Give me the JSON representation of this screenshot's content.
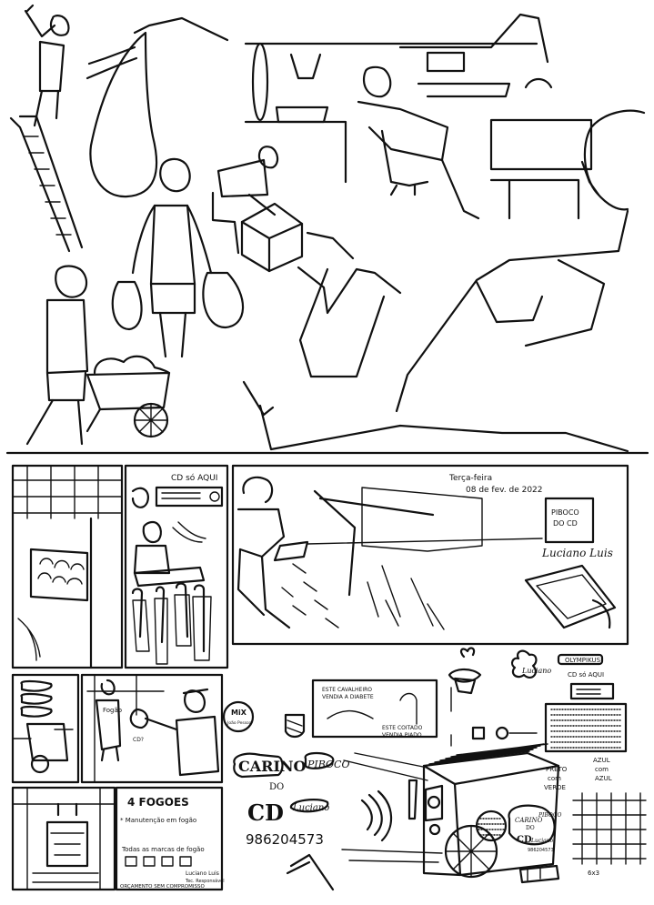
{
  "panels": {
    "cd_shop": {
      "sign": "CD só AQUI"
    },
    "sketch": {
      "date_line1": "Terça-feira",
      "date_line2": "08 de fev. de 2022",
      "box_label_1": "PIBOCO",
      "box_label_2": "DO CD",
      "signature": "Luciano Luis"
    },
    "market": {
      "shop_sign": "4 FOGOES",
      "line1": "* Manutenção em fogão",
      "line2": "Todas as marcas de fogão",
      "name": "Luciano Luis",
      "name2": "Tec. Responsável",
      "footer": "ORÇAMENTO SEM COMPROMISSO",
      "cart_label": "Fogão",
      "cart_label2": "CD?"
    },
    "cart": {
      "logo_mix_1": "MiX",
      "logo_mix_2": "João Pessoa",
      "banner_1": "ESTE CAVALHEIRO",
      "banner_2": "VENDIA A DIABETE",
      "banner_3": "ESTE COITADO",
      "banner_4": "VENDIA PIADO",
      "brand": "OLYMPIKUS",
      "cd_sign": "CD só AQUI",
      "title_1": "CARINO",
      "title_2": "PIBOCO",
      "title_3": "DO",
      "title_4": "CD",
      "title_5": "Luciano",
      "phone": "986204573",
      "box_label_1": "CARINO",
      "box_label_2": "PIBOCO",
      "box_label_3": "DO",
      "box_label_4": "CD",
      "box_label_5": "Luciano",
      "box_label_6": "986204573",
      "legend_1": "PRETO",
      "legend_2": "com",
      "legend_3": "VERDE",
      "legend_4": "AZUL",
      "legend_5": "com",
      "legend_6": "AZUL",
      "grid_size": "6x3",
      "sig_small": "Luciano"
    }
  }
}
